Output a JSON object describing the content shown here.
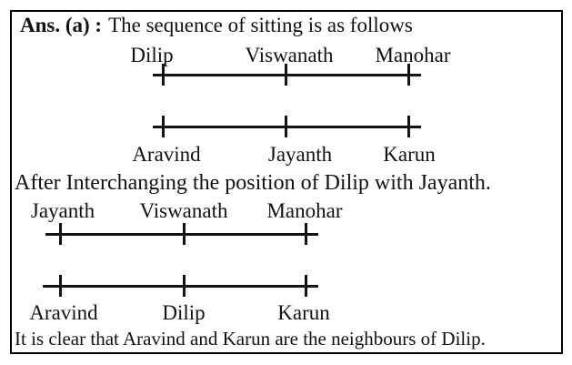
{
  "texts": {
    "heading": "Ans. (a) :",
    "intro": "The sequence of sitting is as follows",
    "interchange": "After Interchanging the position of Dilip with Jayanth.",
    "conclusion": "It is clear that Aravind and Karun are the neighbours of Dilip."
  },
  "diagrams": {
    "before": {
      "row1": [
        "Dilip",
        "Viswanath",
        "Manohar"
      ],
      "row2": [
        "Aravind",
        "Jayanth",
        "Karun"
      ]
    },
    "after": {
      "row1": [
        "Jayanth",
        "Viswanath",
        "Manohar"
      ],
      "row2": [
        "Aravind",
        "Dilip",
        "Karun"
      ]
    }
  },
  "colors": {
    "ink": "#111111",
    "border": "#000000",
    "background": "#ffffff"
  }
}
